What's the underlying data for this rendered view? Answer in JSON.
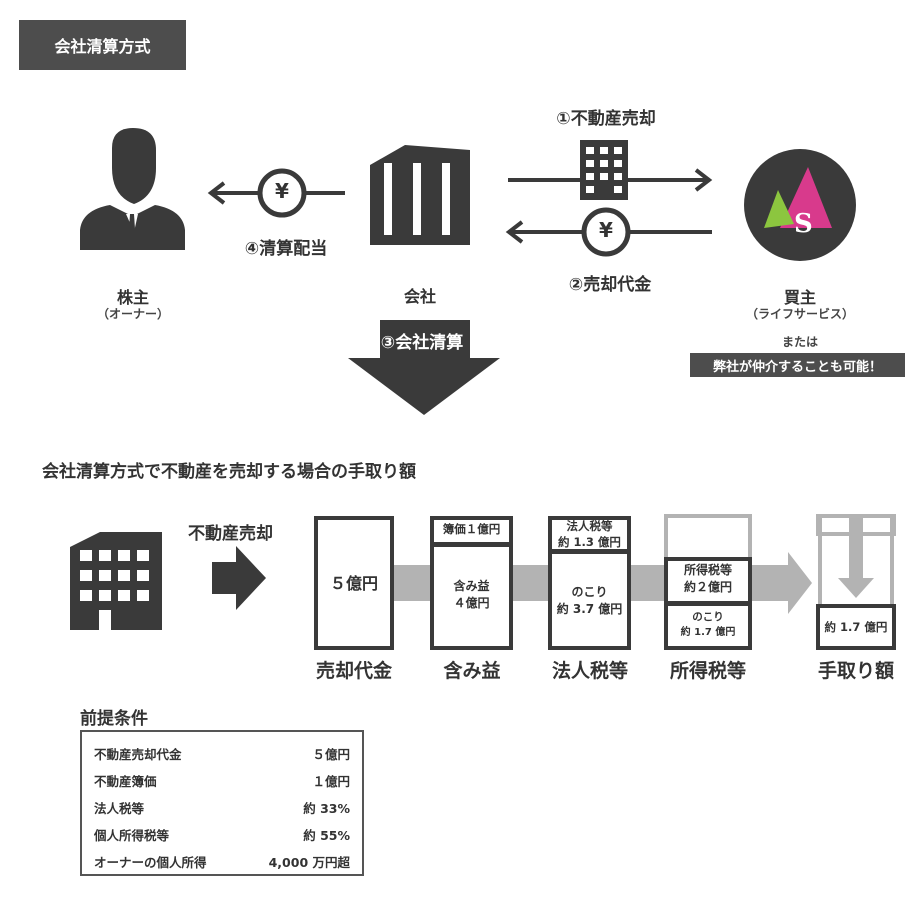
{
  "title": "会社清算方式",
  "diagram": {
    "shareholder": {
      "label": "株主",
      "sub": "（オーナー）"
    },
    "company": {
      "label": "会社"
    },
    "buyer": {
      "label": "買主",
      "sub": "（ライフサービス）"
    },
    "step1": "①不動産売却",
    "step2": "②売却代金",
    "step3": "③会社清算",
    "step4": "④清算配当",
    "yen": "¥",
    "or_text": "または",
    "note": "弊社が仲介することも可能！"
  },
  "section2": {
    "heading": "会社清算方式で不動産を売却する場合の手取り額",
    "sale_label": "不動産売却",
    "col1": {
      "value": "５億円",
      "label": "売却代金"
    },
    "col2": {
      "top": "簿価１億円",
      "mid1": "含み益",
      "mid2": "４億円",
      "label": "含み益"
    },
    "col3": {
      "top1": "法人税等",
      "top2": "約 1.3 億円",
      "mid1": "のこり",
      "mid2": "約 3.7 億円",
      "label": "法人税等"
    },
    "col4": {
      "top1": "所得税等",
      "top2": "約２億円",
      "bot1": "のこり",
      "bot2": "約 1.7 億円",
      "label": "所得税等"
    },
    "col5": {
      "value": "約 1.7 億円",
      "label": "手取り額"
    }
  },
  "conditions": {
    "title": "前提条件",
    "rows": [
      {
        "label": "不動産売却代金",
        "value": "５億円"
      },
      {
        "label": "不動産簿価",
        "value": "１億円"
      },
      {
        "label": "法人税等",
        "value": "約 33%"
      },
      {
        "label": "個人所得税等",
        "value": "約 55%"
      },
      {
        "label": "オーナーの個人所得",
        "value": "4,000 万円超"
      }
    ]
  },
  "colors": {
    "dark": "#3a3a3a",
    "gray_arrow": "#b3b3b3",
    "logo_pink": "#d83a8c",
    "logo_green": "#8cc63f"
  }
}
